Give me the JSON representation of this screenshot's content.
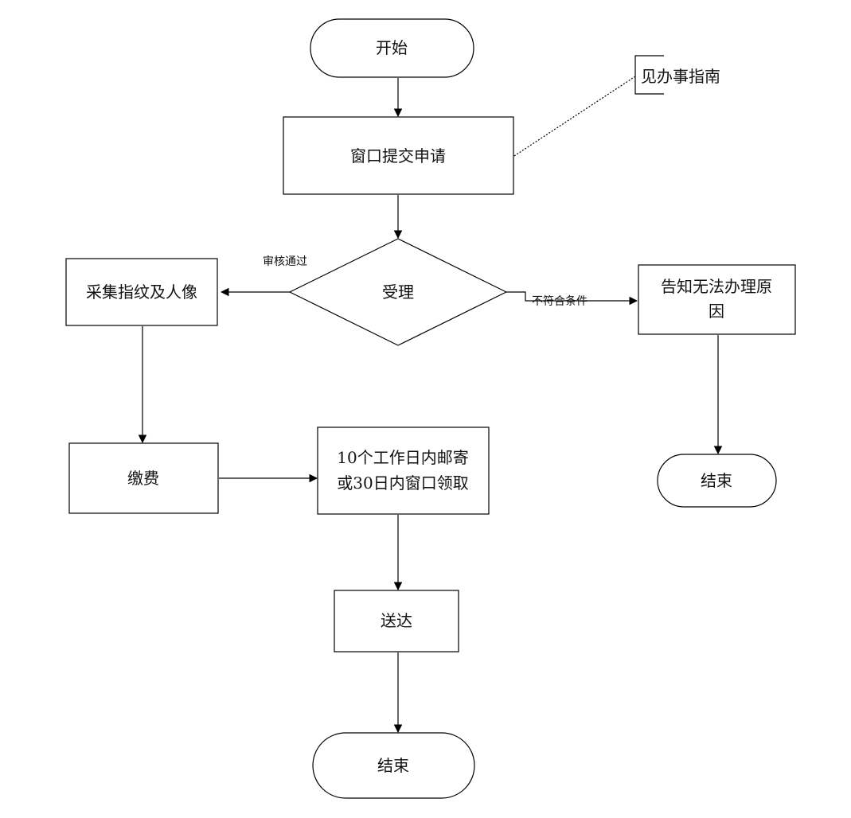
{
  "nodes": {
    "start": "开始",
    "submit": "窗口提交申请",
    "guide_note": "见办事指南",
    "accept": "受理",
    "collect": [
      "采集指纹及人像"
    ],
    "inform": [
      "告知无法办理原",
      "因"
    ],
    "fee": "缴费",
    "mail": [
      "10个工作日内邮寄",
      "或30日内窗口领取"
    ],
    "deliver": "送达",
    "end_right": "结束",
    "end_bottom": "结束"
  },
  "edges": {
    "approved": "审核通过",
    "not_qualified": "不符合条件"
  },
  "colors": {
    "stroke": "#000000",
    "fill": "#ffffff",
    "text": "#111111"
  }
}
